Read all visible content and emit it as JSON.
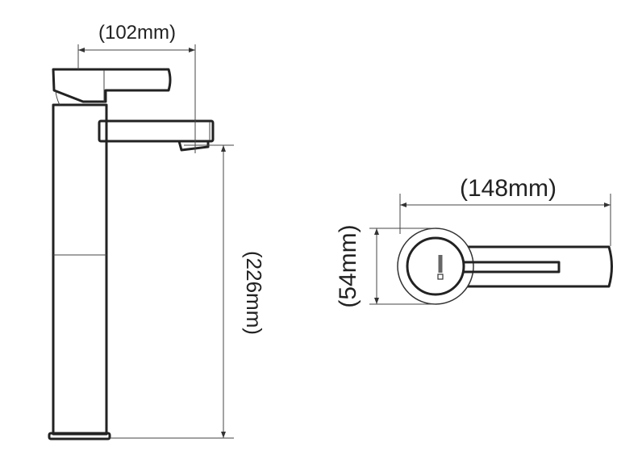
{
  "title": "Faucet dimension drawing",
  "dimensions": {
    "spout_reach": "(102mm)",
    "height": "(226mm)",
    "top_length": "(148mm)",
    "top_width": "(54mm)"
  },
  "colors": {
    "line": "#222222",
    "background": "#ffffff"
  }
}
